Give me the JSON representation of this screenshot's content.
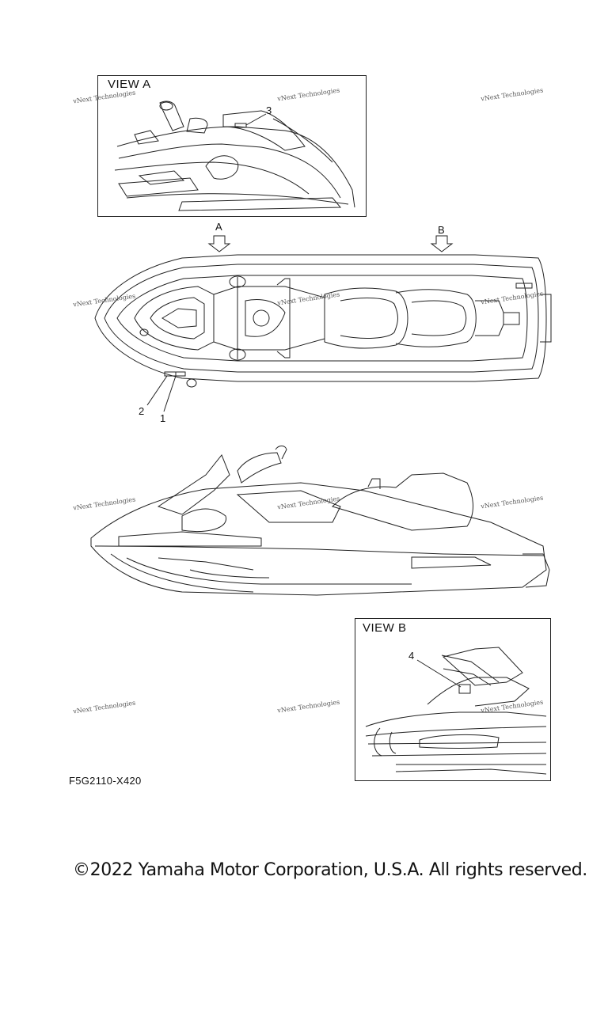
{
  "view_a": {
    "title": "VIEW A",
    "callout": "3"
  },
  "view_b": {
    "title": "VIEW B",
    "callout": "4"
  },
  "top_view": {
    "arrow_a": "A",
    "arrow_b": "B",
    "callout_1": "1",
    "callout_2": "2"
  },
  "watermark": {
    "text": "vNext Technologies"
  },
  "part_code": "F5G2110-X420",
  "copyright": "©2022 Yamaha Motor Corporation, U.S.A. All rights reserved."
}
